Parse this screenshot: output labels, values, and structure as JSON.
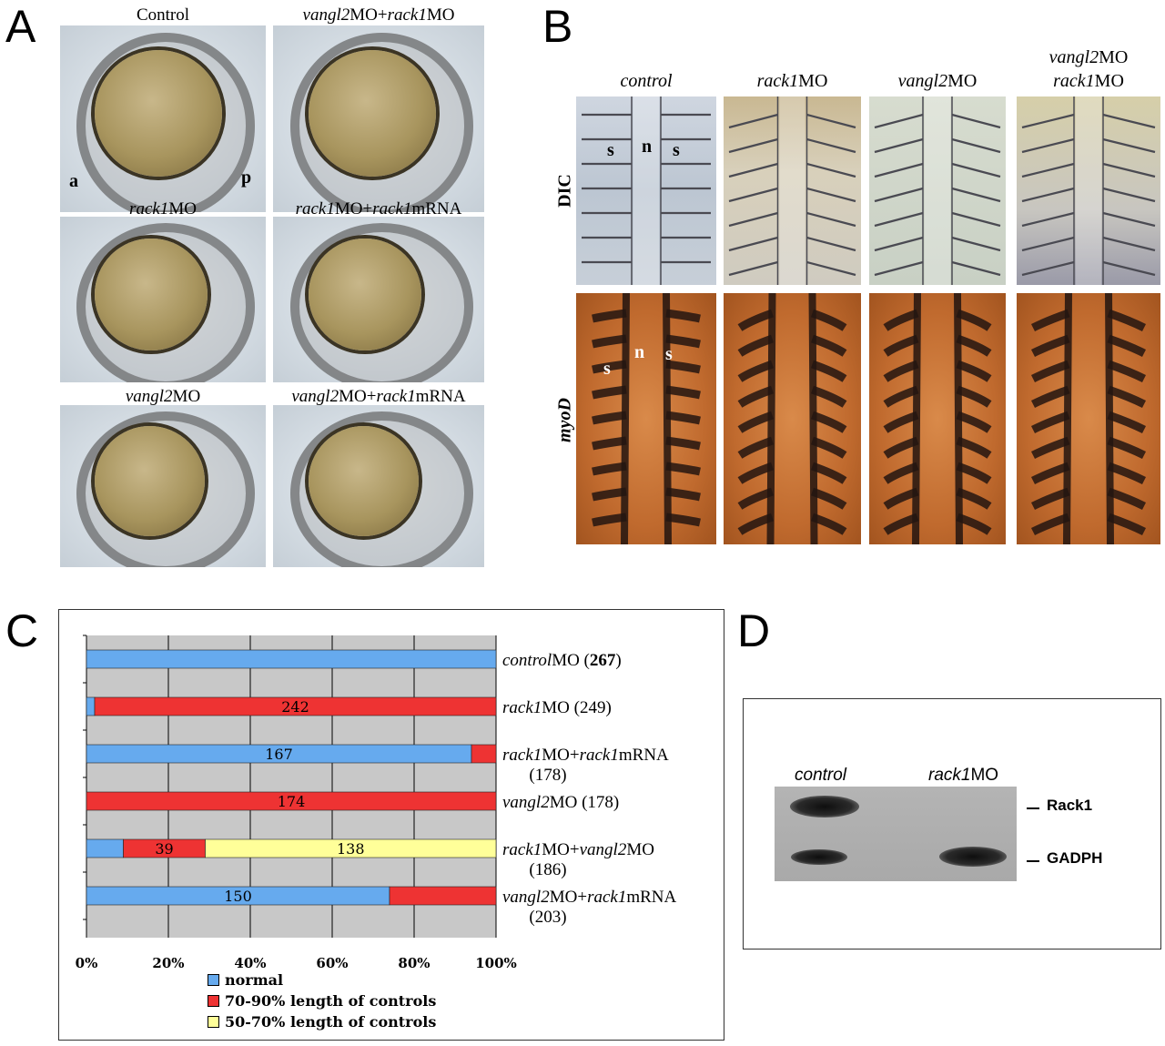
{
  "panel_a": {
    "letter": "A",
    "images": [
      {
        "label_parts": [
          {
            "t": "Control",
            "i": false
          }
        ],
        "key": "control"
      },
      {
        "label_parts": [
          {
            "t": "vangl2",
            "i": true
          },
          {
            "t": "MO+",
            "i": false
          },
          {
            "t": "rack1",
            "i": true
          },
          {
            "t": "MO",
            "i": false
          }
        ],
        "key": "vangl2mo-rack1mo"
      },
      {
        "label_parts": [
          {
            "t": "rack1",
            "i": true
          },
          {
            "t": "MO",
            "i": false
          }
        ],
        "key": "rack1mo"
      },
      {
        "label_parts": [
          {
            "t": "rack1",
            "i": true
          },
          {
            "t": "MO+",
            "i": false
          },
          {
            "t": "rack1",
            "i": true
          },
          {
            "t": "mRNA",
            "i": false
          }
        ],
        "key": "rack1mo-rack1mrna"
      },
      {
        "label_parts": [
          {
            "t": "vangl2",
            "i": true
          },
          {
            "t": "MO",
            "i": false
          }
        ],
        "key": "vangl2mo"
      },
      {
        "label_parts": [
          {
            "t": "vangl2",
            "i": true
          },
          {
            "t": "MO+",
            "i": false
          },
          {
            "t": "rack1",
            "i": true
          },
          {
            "t": "mRNA",
            "i": false
          }
        ],
        "key": "vangl2mo-rack1mrna"
      }
    ],
    "anterior": "a",
    "posterior": "p"
  },
  "panel_b": {
    "letter": "B",
    "columns": [
      {
        "line1": [
          {
            "t": "control",
            "i": true
          }
        ],
        "line2": []
      },
      {
        "line1": [
          {
            "t": "rack1",
            "i": true
          },
          {
            "t": "MO",
            "i": false
          }
        ],
        "line2": []
      },
      {
        "line1": [
          {
            "t": "vangl2",
            "i": true
          },
          {
            "t": "MO",
            "i": false
          }
        ],
        "line2": []
      },
      {
        "line1": [
          {
            "t": "vangl2",
            "i": true
          },
          {
            "t": "MO",
            "i": false
          }
        ],
        "line2": [
          {
            "t": "rack1",
            "i": true
          },
          {
            "t": "MO",
            "i": false
          }
        ]
      }
    ],
    "row_labels": [
      "DIC",
      "myoD"
    ],
    "somite": "s",
    "notochord": "n"
  },
  "panel_c": {
    "letter": "C"
  },
  "panel_d": {
    "letter": "D",
    "lanes": [
      {
        "parts": [
          {
            "t": "control",
            "i": true
          }
        ]
      },
      {
        "parts": [
          {
            "t": "rack1",
            "i": true
          },
          {
            "t": "MO",
            "i": false
          }
        ]
      }
    ],
    "bands": [
      "Rack1",
      "GADPH"
    ]
  },
  "colors": {
    "normal": "#66aaee",
    "short": "#ee3333",
    "very_short": "#ffff99",
    "grid": "#c8c8c8"
  },
  "chart_data": {
    "type": "bar",
    "orientation": "horizontal",
    "stacked": true,
    "xlim": [
      0,
      100
    ],
    "x_ticks": [
      "0%",
      "20%",
      "40%",
      "60%",
      "80%",
      "100%"
    ],
    "grid": true,
    "legend_placement": "bottom",
    "categories": [
      {
        "parts": [
          {
            "t": "control",
            "i": true
          },
          {
            "t": "MO (",
            "i": false
          },
          {
            "t": "267",
            "i": false,
            "b": true
          },
          {
            "t": ")",
            "i": false
          }
        ],
        "line2": ""
      },
      {
        "parts": [
          {
            "t": "rack1",
            "i": true
          },
          {
            "t": "MO (249)",
            "i": false
          }
        ],
        "line2": ""
      },
      {
        "parts": [
          {
            "t": "rack1",
            "i": true
          },
          {
            "t": "MO+",
            "i": false
          },
          {
            "t": "rack1",
            "i": true
          },
          {
            "t": "mRNA",
            "i": false
          }
        ],
        "line2": "(178)"
      },
      {
        "parts": [
          {
            "t": "vangl2",
            "i": true
          },
          {
            "t": "MO (178)",
            "i": false
          }
        ],
        "line2": ""
      },
      {
        "parts": [
          {
            "t": "rack1",
            "i": true
          },
          {
            "t": "MO+",
            "i": false
          },
          {
            "t": "vangl2",
            "i": true
          },
          {
            "t": "MO",
            "i": false
          }
        ],
        "line2": "(186)"
      },
      {
        "parts": [
          {
            "t": "vangl2",
            "i": true
          },
          {
            "t": "MO+",
            "i": false
          },
          {
            "t": "rack1",
            "i": true
          },
          {
            "t": "mRNA",
            "i": false
          }
        ],
        "line2": "(203)"
      }
    ],
    "series": [
      {
        "name": "normal",
        "values": [
          100,
          2,
          94,
          0,
          9,
          74
        ],
        "labels": [
          "",
          "",
          "167",
          "",
          "",
          "150"
        ]
      },
      {
        "name": "70-90% length of controls",
        "values": [
          0,
          98,
          6,
          100,
          20,
          26
        ],
        "labels": [
          "",
          "242",
          "",
          "174",
          "39",
          ""
        ]
      },
      {
        "name": "50-70% length of controls",
        "values": [
          0,
          0,
          0,
          0,
          71,
          0
        ],
        "labels": [
          "",
          "",
          "",
          "",
          "138",
          ""
        ]
      }
    ]
  }
}
